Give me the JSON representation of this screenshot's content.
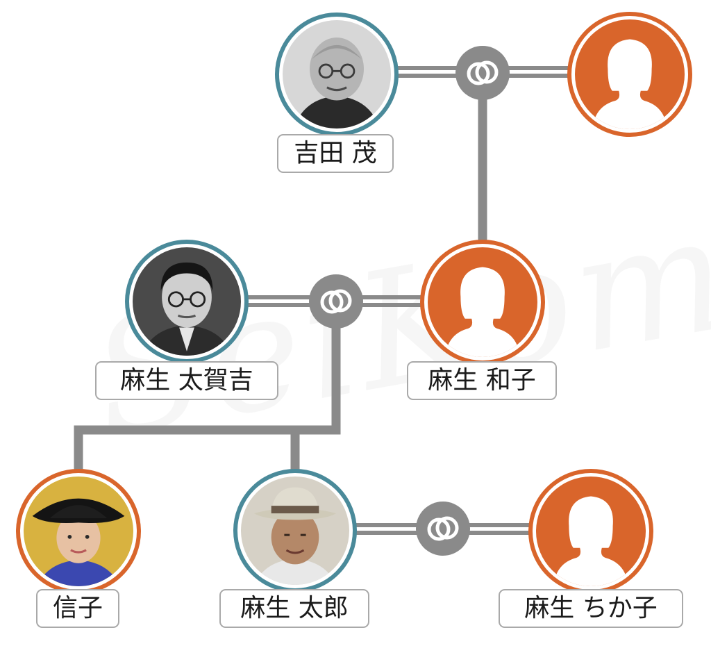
{
  "watermark": "SeiKomi",
  "people": {
    "yoshida_shigeru": {
      "name": "吉田 茂",
      "gender": "male",
      "photo": "elderly-man-photo-icon"
    },
    "yoshida_spouse": {
      "name": "",
      "gender": "female",
      "photo": "female-silhouette-icon"
    },
    "aso_takakichi": {
      "name": "麻生 太賀吉",
      "gender": "male",
      "photo": "man-with-glasses-photo-icon"
    },
    "aso_kazuko": {
      "name": "麻生 和子",
      "gender": "female",
      "photo": "female-silhouette-icon"
    },
    "nobuko": {
      "name": "信子",
      "gender": "female",
      "photo": "woman-in-hat-photo-icon"
    },
    "aso_taro": {
      "name": "麻生 太郎",
      "gender": "male",
      "photo": "man-in-hat-photo-icon"
    },
    "aso_chikako": {
      "name": "麻生 ちか子",
      "gender": "female",
      "photo": "female-silhouette-icon"
    }
  },
  "marriages": [
    {
      "partners": [
        "yoshida_shigeru",
        "yoshida_spouse"
      ],
      "symbol": "marriage-ring-icon"
    },
    {
      "partners": [
        "aso_takakichi",
        "aso_kazuko"
      ],
      "symbol": "marriage-ring-icon"
    },
    {
      "partners": [
        "aso_taro",
        "aso_chikako"
      ],
      "symbol": "marriage-ring-icon"
    }
  ],
  "children": [
    {
      "of_marriage": 0,
      "child": "aso_kazuko"
    },
    {
      "of_marriage": 1,
      "child": "nobuko"
    },
    {
      "of_marriage": 1,
      "child": "aso_taro"
    }
  ],
  "colors": {
    "male_ring": "#4a8a9a",
    "female_ring": "#d9652b",
    "connector": "#8a8a8a"
  }
}
